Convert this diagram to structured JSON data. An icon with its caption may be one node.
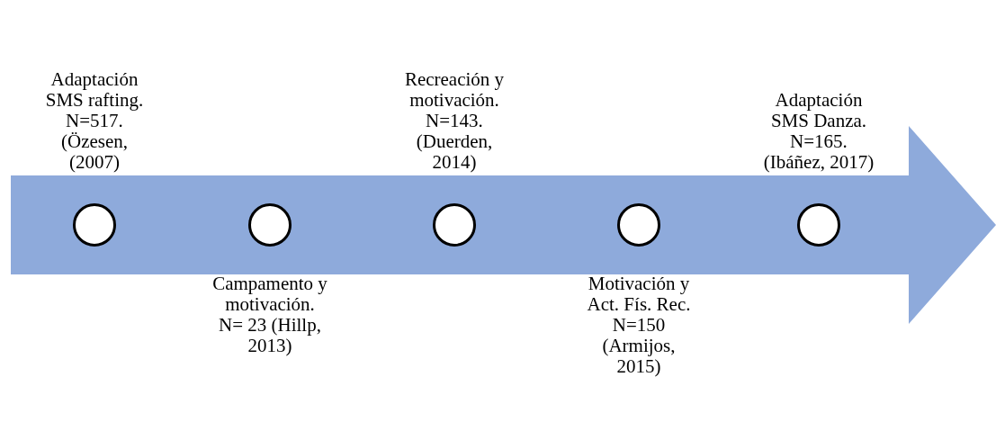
{
  "diagram": {
    "nodes": [
      {
        "text": [],
        "shape": "arrow"
      },
      {
        "text": [],
        "shape": "circle",
        "in": 0,
        "beside": [
          "Adaptación SMS rafting. N=517. (Özesen, (2007)"
        ]
      },
      {
        "text": [],
        "shape": "circle",
        "in": 0,
        "beside": [
          "Campamento y motivación. N= 23 (Hillp, 2013)"
        ]
      },
      {
        "text": [],
        "shape": "circle",
        "in": 0,
        "beside": [
          "Recreación y motivación. N=143. (Duerden, 2014)"
        ]
      },
      {
        "text": [],
        "shape": "circle",
        "in": 0,
        "beside": [
          "Motivación y Act. Fís. Rec. N=150 (Armijos, 2015)"
        ]
      },
      {
        "text": [],
        "shape": "circle",
        "in": 0,
        "beside": [
          "Adaptación SMS Danza. N=165. (Ibáñez, 2017)"
        ]
      }
    ]
  }
}
